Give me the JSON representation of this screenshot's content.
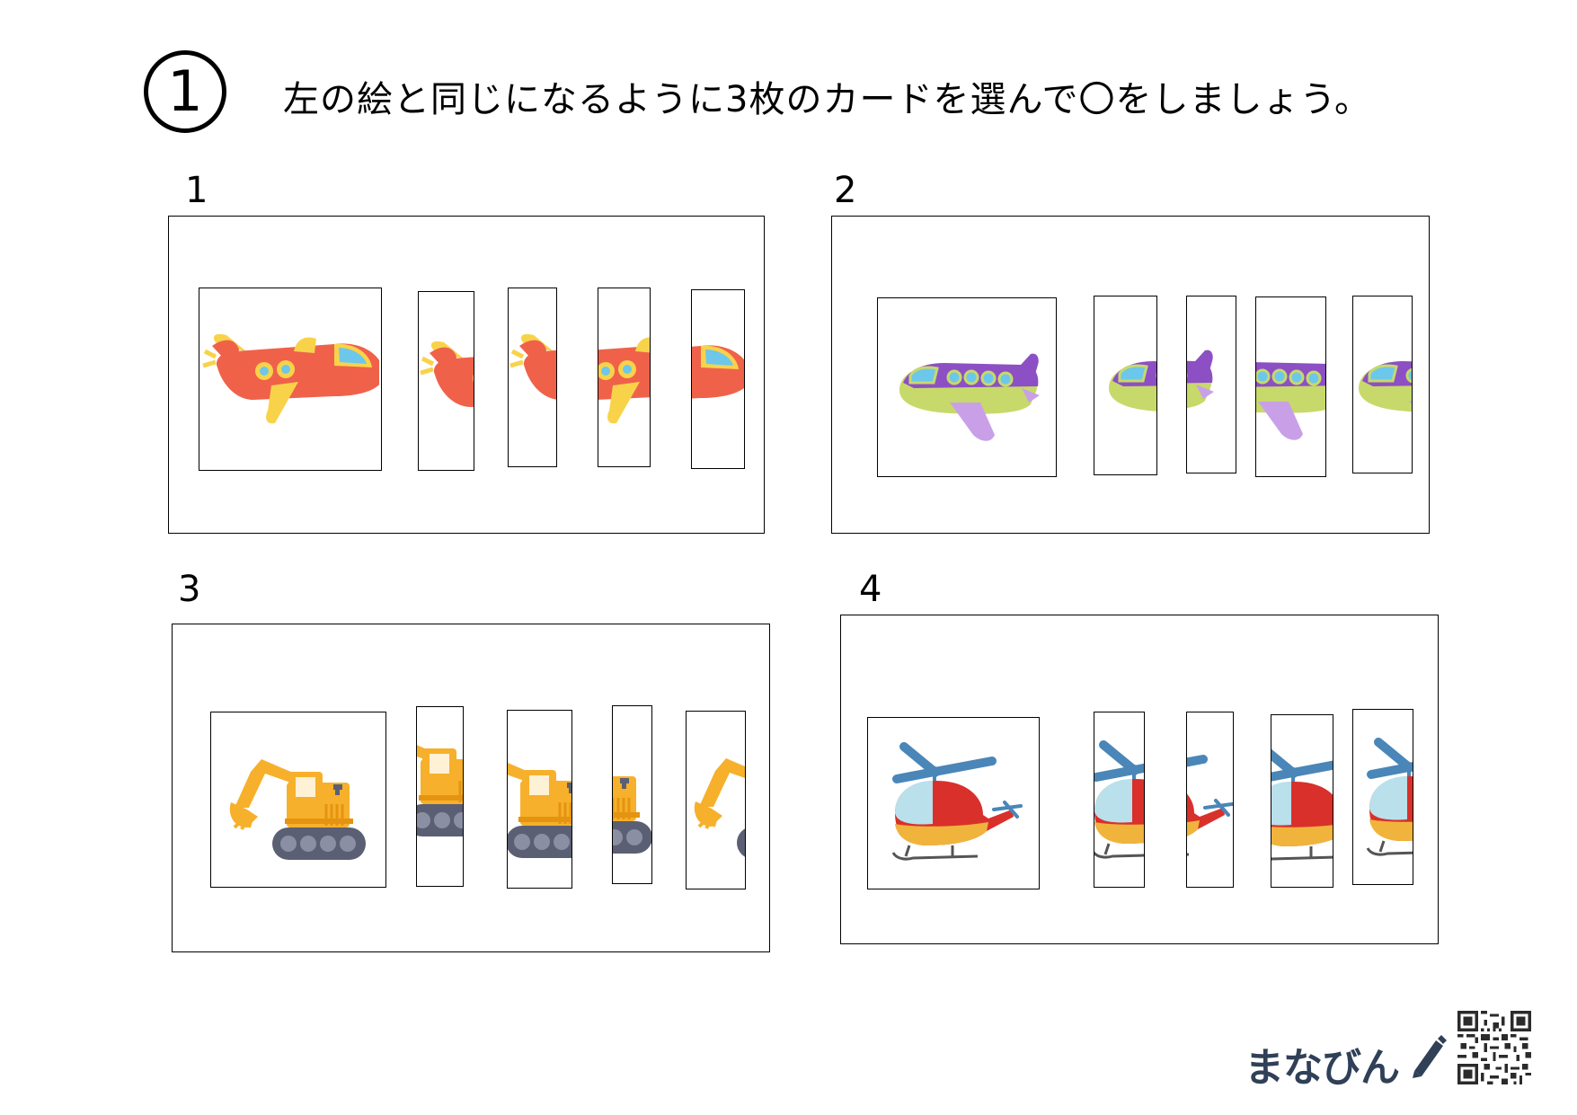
{
  "header": {
    "number": "1",
    "instruction": "左の絵と同じになるように3枚のカードを選んで〇をしましょう。"
  },
  "problems": [
    {
      "label": "1",
      "subject": "airplane-red"
    },
    {
      "label": "2",
      "subject": "airplane-purple"
    },
    {
      "label": "3",
      "subject": "excavator"
    },
    {
      "label": "4",
      "subject": "helicopter"
    }
  ],
  "footer": {
    "brand": "まなびん",
    "pencil_icon": "pencil-icon",
    "qr_icon": "qr-code-icon"
  },
  "colors": {
    "red_plane": "#f0614a",
    "red_plane_wing": "#f8d34a",
    "purple_plane": "#8d4fc4",
    "purple_plane_belly": "#c7d96a",
    "excavator": "#f7b02b",
    "tracks": "#5b5f73",
    "heli_red": "#d9302b",
    "heli_yellow": "#f0b43d",
    "heli_blue": "#4a86b8",
    "brand": "#2f4057"
  }
}
